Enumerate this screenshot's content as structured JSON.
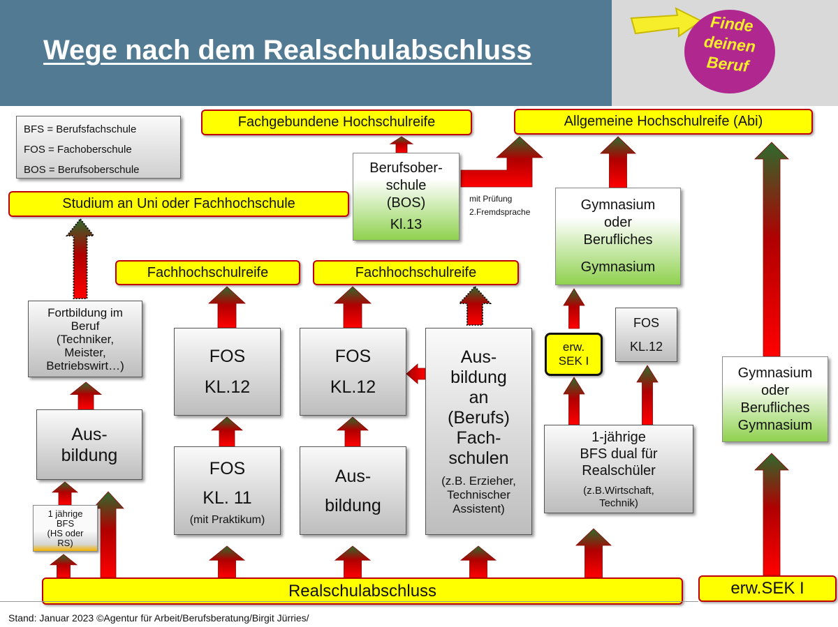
{
  "header": {
    "title": "Wege nach dem Realschulabschluss"
  },
  "logo": {
    "line1": "Finde",
    "line2": "deinen",
    "line3": "Beruf"
  },
  "legend": {
    "items": [
      "BFS  =  Berufsfachschule",
      "FOS  =  Fachoberschule",
      "BOS  =  Berufsoberschule"
    ]
  },
  "targets": {
    "fachgebundene": "Fachgebundene Hochschulreife",
    "allgemeine": "Allgemeine Hochschulreife (Abi)",
    "studium": "Studium an Uni oder Fachhochschule",
    "fhr1": "Fachhochschulreife",
    "fhr2": "Fachhochschulreife",
    "realschul": "Realschulabschluss",
    "erwsek": "erw.SEK I"
  },
  "boxes": {
    "bos": {
      "l1": "Berufsober-",
      "l2": "schule",
      "l3": "(BOS)",
      "l4": "Kl.13"
    },
    "bos_note": {
      "l1": "mit Prüfung",
      "l2": "2.Fremdsprache"
    },
    "gym_top": {
      "l1": "Gymnasium",
      "l2": "oder",
      "l3": "Berufliches",
      "l4": "Gymnasium"
    },
    "fortbildung": {
      "l1": "Fortbildung im",
      "l2": "Beruf",
      "l3": "(Techniker,",
      "l4": "Meister,",
      "l5": "Betriebswirt…)"
    },
    "ausbildung_left": {
      "l1": "Aus-",
      "l2": "bildung"
    },
    "bfs1": {
      "l1": "1 jährige",
      "l2": "BFS",
      "l3": "(HS oder",
      "l4": "RS)"
    },
    "fos12a": {
      "l1": "FOS",
      "l2": "KL.12"
    },
    "fos11": {
      "l1": "FOS",
      "l2": "KL. 11",
      "l3": "(mit Praktikum)"
    },
    "fos12b": {
      "l1": "FOS",
      "l2": "KL.12"
    },
    "ausbildung_mid": {
      "l1": "Aus-",
      "l2": "bildung"
    },
    "fachschulen": {
      "l1": "Aus-",
      "l2": "bildung",
      "l3": "an",
      "l4": "(Berufs)",
      "l5": "Fach-",
      "l6": "schulen",
      "l7": "(z.B. Erzieher,",
      "l8": "Technischer",
      "l9": "Assistent)"
    },
    "erwsek_small": {
      "l1": "erw.",
      "l2": "SEK I"
    },
    "fos12c": {
      "l1": "FOS",
      "l2": "KL.12"
    },
    "bfs_dual": {
      "l1": "1-jährige",
      "l2": "BFS dual für",
      "l3": "Realschüler",
      "l4": "(z.B.Wirtschaft,",
      "l5": "Technik)"
    },
    "gym_right": {
      "l1": "Gymnasium",
      "l2": "oder",
      "l3": "Berufliches",
      "l4": "Gymnasium"
    }
  },
  "footer": {
    "text": "Stand: Januar 2023 ©Agentur für Arbeit/Berufsberatung/Birgit Jürries/"
  },
  "colors": {
    "arrow_red": "#e00000",
    "arrow_green": "#2e6b2e",
    "target_fill": "#ffff00",
    "target_border": "#c00000",
    "header": "#527b93",
    "logo": "#b0288f"
  }
}
